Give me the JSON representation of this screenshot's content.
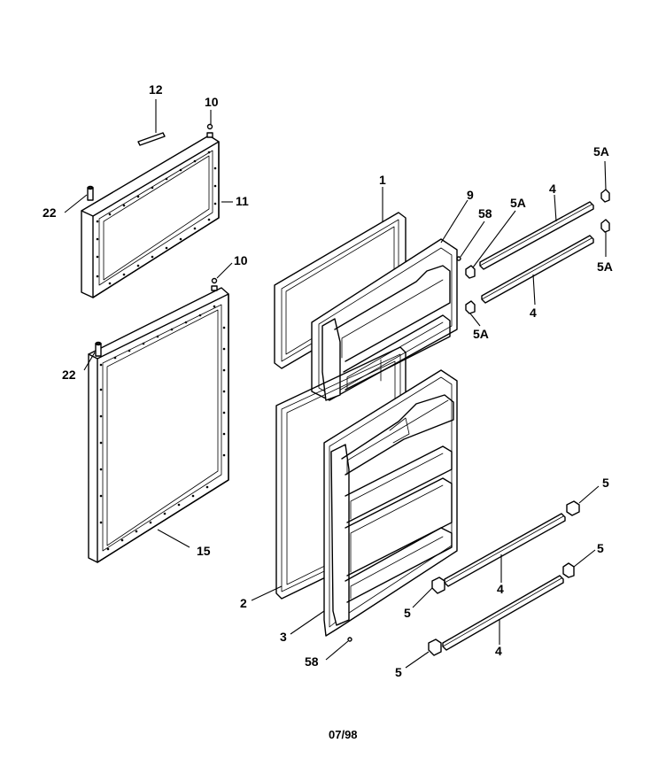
{
  "footer": {
    "date_code": "07/98"
  },
  "callouts": {
    "c12": "12",
    "c10_top": "10",
    "c11": "11",
    "c22_top": "22",
    "c10_mid": "10",
    "c22_bottom": "22",
    "c15": "15",
    "c1": "1",
    "c9": "9",
    "c58_top": "58",
    "c5a_left_top": "5A",
    "c4_top": "4",
    "c5a_right_top": "5A",
    "c5a_right_bottom": "5A",
    "c4_upper_bottom": "4",
    "c5a_left_bottom": "5A",
    "c2": "2",
    "c3": "3",
    "c58_bottom": "58",
    "c5_right_top": "5",
    "c5_right_mid": "5",
    "c4_lower_mid": "4",
    "c5_left_mid": "5",
    "c4_lower_bottom": "4",
    "c5_left_bottom": "5"
  }
}
